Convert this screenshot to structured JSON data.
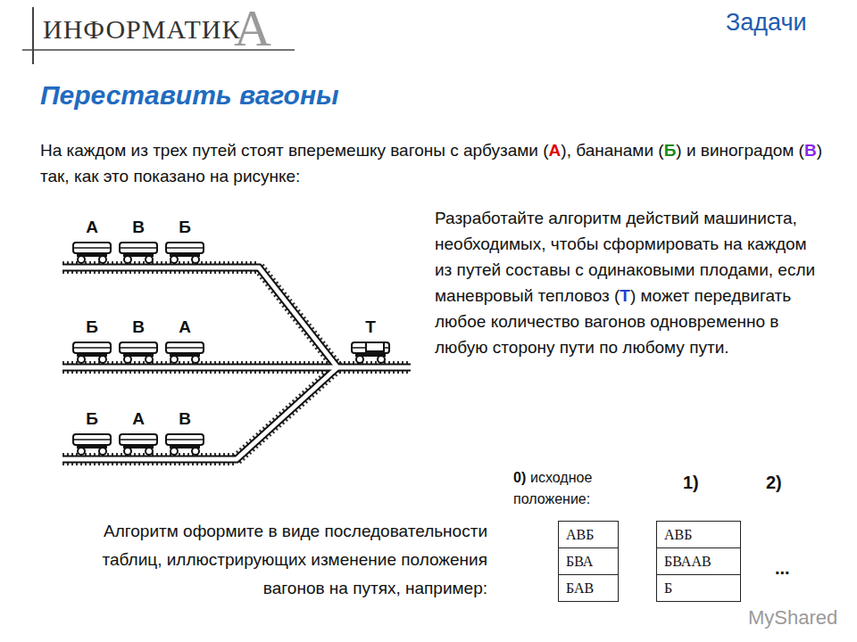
{
  "diagram": {
    "title": "Переставить вагоны",
    "labels": [
      "ИНФОРМАТИК",
      "А",
      "Задачи",
      "На каждом из трех путей стоят вперемешку вагоны с арбузами (",
      "А",
      "), бананами (",
      "Б",
      ") и виноградом (",
      "В",
      ") так, как это показано на рисунке:",
      "А",
      "В",
      "Б",
      "Б",
      "В",
      "А",
      "Б",
      "А",
      "В",
      "Т",
      "Разработайте алгоритм действий машиниста, необходимых, чтобы сформировать на каждом из путей составы с одинаковыми плодами, если маневровый тепловоз (",
      "Т",
      ") может передвигать любое количество вагонов одновременно в любую сторону пути по любому пути.",
      "Алгоритм оформите в виде последовательности таблиц, иллюстрирующих изменение положения вагонов на путях, например:",
      "0)",
      "исходное положение:",
      "1)",
      "2)",
      "АВБ",
      "БВА",
      "БАВ",
      "АВБ",
      "БВААВ",
      "Б",
      "...",
      "MyShared"
    ]
  }
}
